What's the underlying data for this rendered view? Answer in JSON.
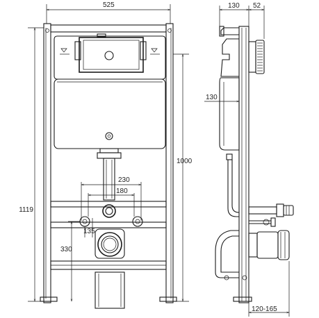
{
  "dimensions": {
    "frame_width": "525",
    "frame_height_total": "1119",
    "frame_height_cistern": "1000",
    "depth_cistern": "130",
    "depth_plate": "52",
    "depth_mid": "130",
    "anchor_spacing_outer": "230",
    "anchor_spacing_inner": "180",
    "drain_offset": "135",
    "drain_height": "330",
    "depth_adjust": "120-165"
  }
}
